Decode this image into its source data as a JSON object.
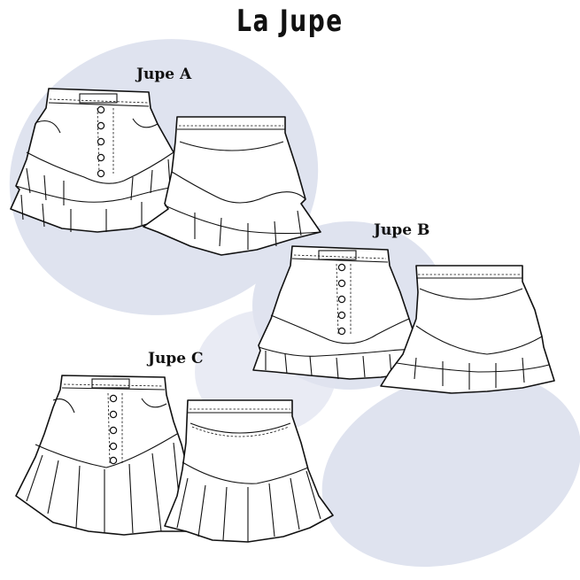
{
  "title": "La Jupe",
  "labels": {
    "a": "Jupe A",
    "b": "Jupe B",
    "c": "Jupe C"
  },
  "colors": {
    "blob": "#dfe3ef",
    "line": "#111111",
    "fill": "#ffffff"
  }
}
